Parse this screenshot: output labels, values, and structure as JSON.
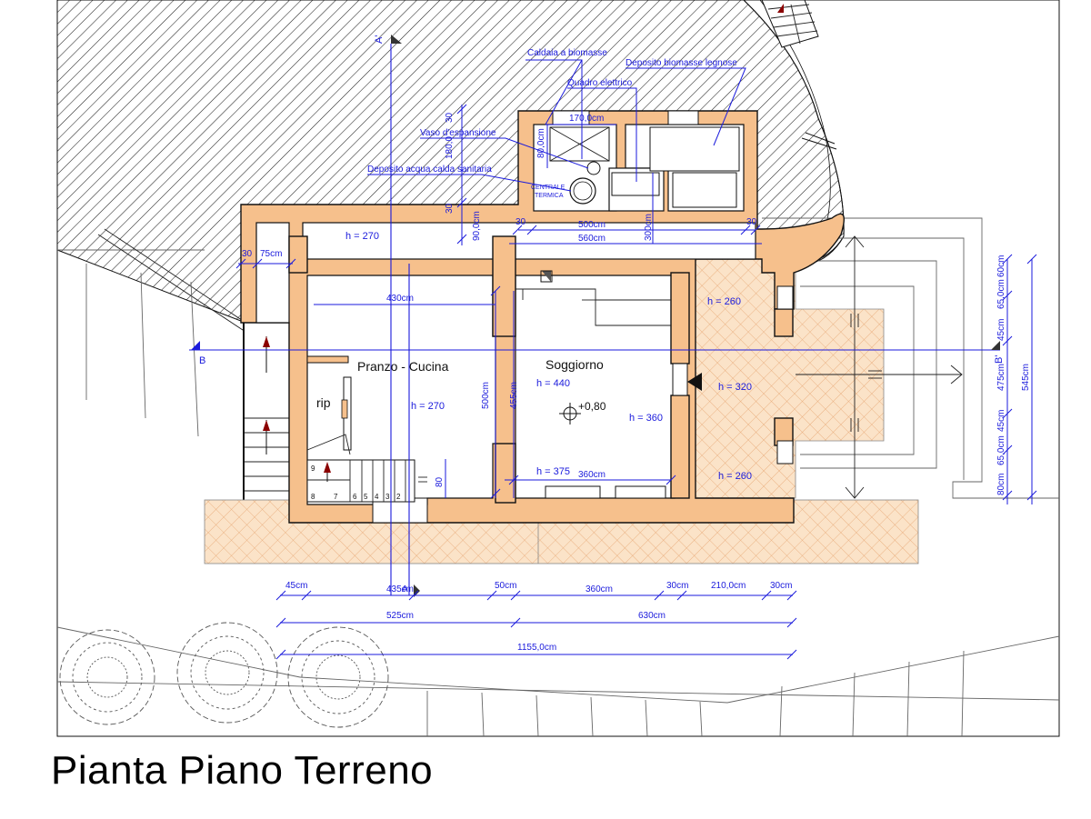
{
  "title": "Pianta Piano Terreno",
  "colors": {
    "wall": "#f6c08c",
    "dimension": "#1a1adc",
    "hatch": "#222222"
  },
  "rooms": {
    "kitchen": "Pranzo - Cucina",
    "living": "Soggiorno",
    "storage": "rip",
    "central": "CENTRALE",
    "central2": "TERMICA"
  },
  "annotations": {
    "boiler": "Caldaia a biomasse",
    "biomass_store": "Deposito biomasse legnose",
    "panel": "Quadro elettrico",
    "expansion": "Vaso d'espansione",
    "hot_water": "Deposito acqua calda sanitaria"
  },
  "heights": {
    "h_top": "h = 270",
    "h_kitchen": "h = 270",
    "h_living": "h = 440",
    "h_living2": "h = 360",
    "h_living3": "h = 375",
    "h_porch1": "h = 260",
    "h_porch2": "h = 320",
    "h_porch3": "h = 260",
    "level": "+0,80"
  },
  "section_marks": {
    "a_top": "A'",
    "a_bottom": "A",
    "b_left": "B",
    "b_right": "B'"
  },
  "dimensions": {
    "d430": "430cm",
    "d500v": "500cm",
    "d455": "455cm",
    "d360in": "360cm",
    "d80": "80",
    "d30a": "30",
    "d75": "75cm",
    "d30b": "30",
    "d90": "90,0cm",
    "d30c": "30",
    "d500": "500cm",
    "d560": "560cm",
    "d30d": "30",
    "d300": "300cm",
    "d170": "170,0cm",
    "d80v": "80,0cm",
    "d30e": "30",
    "d180": "180,0",
    "d30f": "30",
    "b45": "45cm",
    "b435": "435cm",
    "b50": "50cm",
    "b360": "360cm",
    "b30": "30cm",
    "b210": "210,0cm",
    "b30b": "30cm",
    "b525": "525cm",
    "b630": "630cm",
    "b1155": "1155,0cm",
    "r60": "60cm",
    "r65a": "65,0cm",
    "r45a": "45cm",
    "r475": "475cm",
    "r45b": "45cm",
    "r65b": "65,0cm",
    "r80": "80cm",
    "r545": "545cm"
  },
  "stair_steps": [
    "9",
    "8",
    "7",
    "6",
    "5",
    "4",
    "3",
    "2"
  ]
}
